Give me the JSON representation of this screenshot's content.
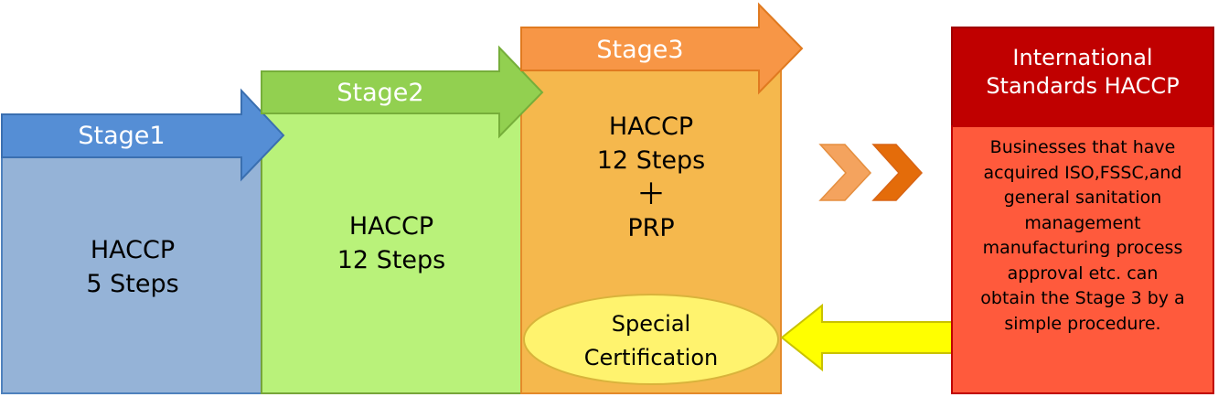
{
  "stages": [
    {
      "title": "Stage1",
      "body_lines": [
        "HACCP",
        "5 Steps"
      ]
    },
    {
      "title": "Stage2",
      "body_lines": [
        "HACCP",
        "12 Steps"
      ]
    },
    {
      "title": "Stage3",
      "body_lines": [
        "HACCP",
        "12 Steps",
        "＋",
        "PRP"
      ]
    }
  ],
  "special": {
    "line1": "Special",
    "line2": "Certification"
  },
  "international": {
    "title_lines": [
      "International",
      "Standards HACCP"
    ],
    "description_lines": [
      "Businesses that have",
      "acquired ISO,FSSC,and",
      "general sanitation",
      "management",
      "manufacturing process",
      "approval etc. can",
      "obtain the Stage 3 by a",
      "simple procedure."
    ]
  },
  "colors": {
    "stage1_arrow": "#558ED5",
    "stage1_box": "#95B3D7",
    "stage2_arrow": "#92D050",
    "stage2_box": "#B9F27A",
    "stage3_arrow": "#F79646",
    "stage3_box": "#F5B84D",
    "intl_header": "#C00000",
    "intl_body": "#FF5A3C",
    "special_ellipse": "#FFF36E",
    "yellow_arrow": "#FFFF00",
    "chevrons": "#E46C0A"
  }
}
